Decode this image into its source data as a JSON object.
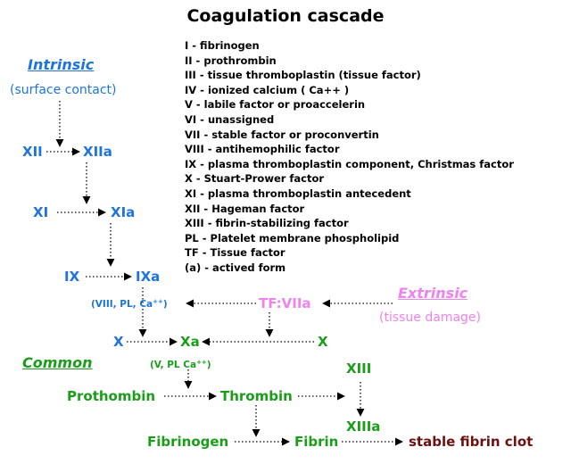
{
  "title": "Coagulation cascade",
  "legend": [
    "I - fibrinogen",
    "II - prothrombin",
    "III - tissue thromboplastin (tissue factor)",
    "IV - ionized calcium ( Ca++ )",
    "V - labile factor or proaccelerin",
    "VI - unassigned",
    "VII - stable factor or proconvertin",
    "VIII - antihemophilic factor",
    "IX - plasma thromboplastin component, Christmas factor",
    "X - Stuart-Prower factor",
    "XI - plasma thromboplastin antecedent",
    "XII - Hageman factor",
    "XIII - fibrin-stabilizing factor",
    "PL - Platelet membrane phospholipid",
    "TF - Tissue factor",
    "(a) - actived form"
  ],
  "intrinsic": {
    "header": "Intrinsic",
    "sub": "(surface contact)",
    "xii": "XII",
    "xiia": "XIIa",
    "xi": "XI",
    "xia": "XIa",
    "ix": "IX",
    "ixa": "IXa",
    "cofactors_prefix": "(VIII, PL, Ca",
    "cofactors_sup": "++",
    "cofactors_suffix": ")"
  },
  "extrinsic": {
    "header": "Extrinsic",
    "sub": "(tissue damage)",
    "tf_viia": "TF:VIIa"
  },
  "common": {
    "header": "Common",
    "x_left": "X",
    "xa": "Xa",
    "x_right": "X",
    "cofactors_prefix": "(V, PL  Ca",
    "cofactors_sup": "++",
    "cofactors_suffix": ")",
    "prothombin": "Prothombin",
    "thrombin": "Thrombin",
    "xiii": "XIII",
    "xiiia": "XIIIa",
    "fibrinogen": "Fibrinogen",
    "fibrin": "Fibrin",
    "clot": "stable fibrin clot"
  }
}
